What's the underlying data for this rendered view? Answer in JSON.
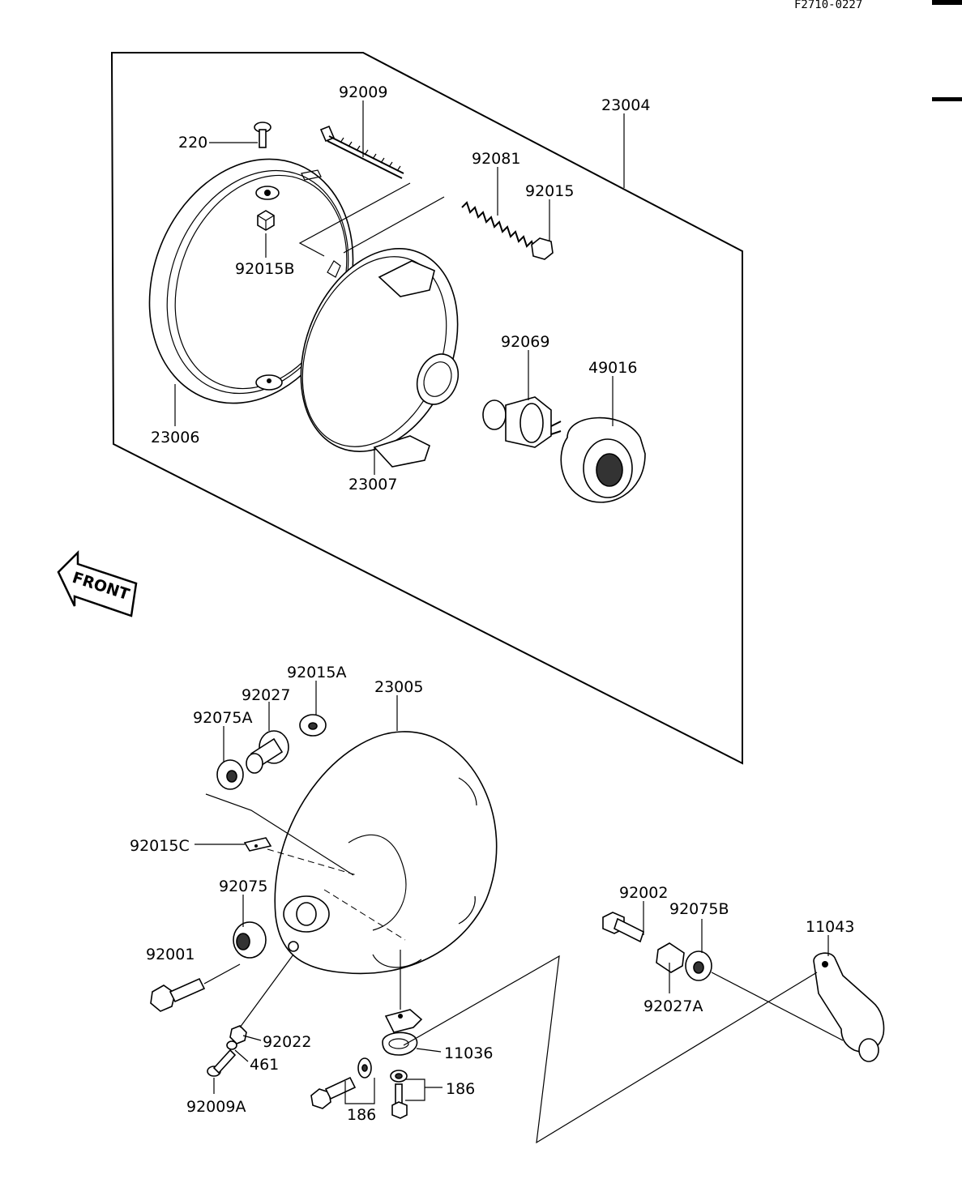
{
  "drawing_code": "F2710-0227",
  "front_label": "FRONT",
  "labels": {
    "p220": "220",
    "p92009": "92009",
    "p23004": "23004",
    "p92081": "92081",
    "p92015": "92015",
    "p92015B": "92015B",
    "p92069": "92069",
    "p49016": "49016",
    "p23006": "23006",
    "p23007": "23007",
    "p92015A": "92015A",
    "p92027": "92027",
    "p23005": "23005",
    "p92075A": "92075A",
    "p92015C": "92015C",
    "p92075": "92075",
    "p92001": "92001",
    "p92002": "92002",
    "p92075B": "92075B",
    "p11043": "11043",
    "p92027A": "92027A",
    "p92022": "92022",
    "p461": "461",
    "p92009A": "92009A",
    "p11036": "11036",
    "p186a": "186",
    "p186b": "186",
    "p186c": "186"
  }
}
